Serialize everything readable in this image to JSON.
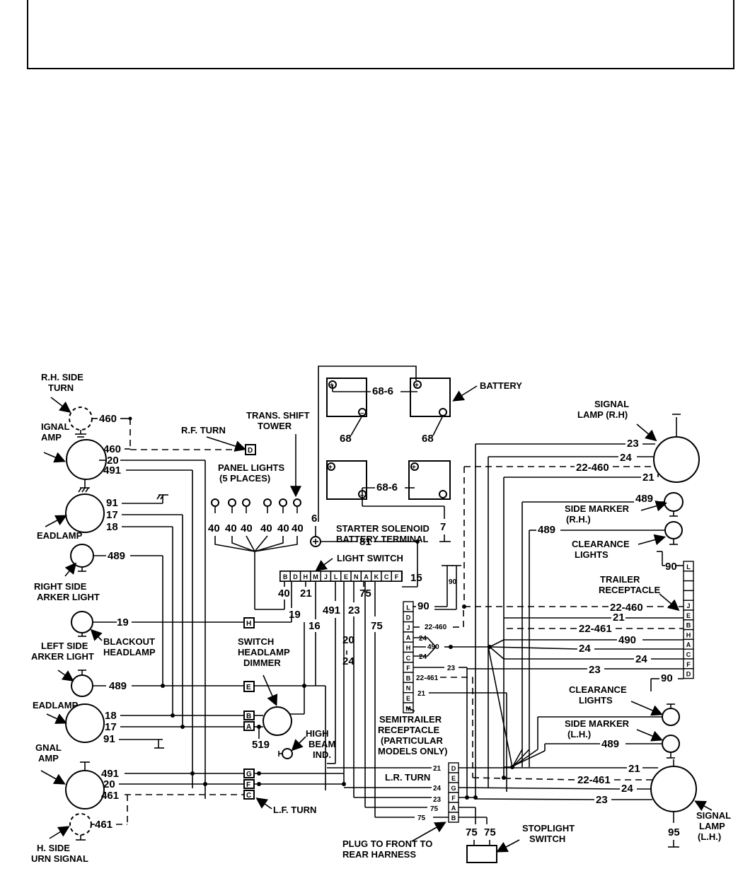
{
  "labels": {
    "rh_side_turn": [
      "R.H. SIDE",
      "TURN"
    ],
    "signal_lamp_left_top": [
      "IGNAL",
      "AMP"
    ],
    "r_f_turn": "R.F. TURN",
    "trans_shift_tower": [
      "TRANS. SHIFT",
      "TOWER"
    ],
    "battery": "BATTERY",
    "signal_lamp_rh": [
      "SIGNAL",
      "LAMP (R.H)"
    ],
    "panel_lights": [
      "PANEL LIGHTS",
      "(5 PLACES)"
    ],
    "headlamp_upper": "EADLAMP",
    "right_side_marker_light": [
      "RIGHT SIDE",
      "ARKER LIGHT"
    ],
    "starter_solenoid": [
      "STARTER SOLENOID",
      "BATTERY TERMINAL"
    ],
    "light_switch": "LIGHT SWITCH",
    "side_marker_rh": [
      "SIDE MARKER",
      "(R.H.)"
    ],
    "clearance_lights_upper": [
      "CLEARANCE",
      "LIGHTS"
    ],
    "trailer_receptacle": [
      "TRAILER",
      "RECEPTACLE"
    ],
    "blackout_headlamp": [
      "BLACKOUT",
      "HEADLAMP"
    ],
    "left_side_marker_light": [
      "LEFT SIDE",
      "ARKER LIGHT"
    ],
    "switch_headlamp_dimmer": [
      "SWITCH",
      "HEADLAMP",
      "DIMMER"
    ],
    "headlamp_lower": "EADLAMP",
    "signal_lamp_left_bottom": [
      "GNAL",
      "AMP"
    ],
    "high_beam_ind": [
      "HIGH",
      "BEAM",
      "IND."
    ],
    "semitrailer_receptacle": [
      "SEMITRAILER",
      "RECEPTACLE",
      "(PARTICULAR",
      "MODELS ONLY)"
    ],
    "clearance_lights_lower": [
      "CLEARANCE",
      "LIGHTS"
    ],
    "side_marker_lh": [
      "SIDE MARKER",
      "(L.H.)"
    ],
    "l_f_turn": "L.F. TURN",
    "l_r_turn": "L.R. TURN",
    "lh_side_turn_signal": [
      "H. SIDE",
      "URN SIGNAL"
    ],
    "plug_front_rear": [
      "PLUG TO FRONT TO",
      "REAR HARNESS"
    ],
    "stoplight_switch": [
      "STOPLIGHT",
      "SWITCH"
    ],
    "signal_lamp_lh": [
      "SIGNAL",
      "LAMP",
      "(L.H.)"
    ]
  },
  "wire_numbers": {
    "w460a": "460",
    "w460b": "460",
    "w20a": "20",
    "w491a": "491",
    "w91a": "91",
    "w17a": "17",
    "w18a": "18",
    "w489a": "489",
    "w19a": "19",
    "w489b": "489",
    "w18b": "18",
    "w17b": "17",
    "w91b": "91",
    "w519": "519",
    "w491b": "491",
    "w20b": "20",
    "w461a": "461",
    "w461b": "461",
    "w40_1": "40",
    "w40_2": "40",
    "w40_3": "40",
    "w40_4": "40",
    "w40_5": "40",
    "w40_6": "40",
    "w6": "6",
    "w7": "7",
    "w81": "81",
    "w15": "15",
    "w90s": "90",
    "w68_6a": "68-6",
    "w68_6b": "68-6",
    "w68a": "68",
    "w68b": "68",
    "w40s": "40",
    "w21s": "21",
    "w19s": "19",
    "w16": "16",
    "w491s": "491",
    "w23s": "23",
    "w75a": "75",
    "w75b": "75",
    "w20s": "20",
    "w24s": "24",
    "r23a": "23",
    "r24a": "24",
    "r22_460a": "22-460",
    "r21a": "21",
    "r489a": "489",
    "r489b": "489",
    "r90a": "90",
    "r22_460b": "22-460",
    "r21b": "21",
    "r22_461a": "22-461",
    "r490a": "490",
    "r24b": "24",
    "r24c": "24",
    "r23b": "23",
    "r90b": "90",
    "r489c": "489",
    "r21c": "21",
    "r22_461b": "22-461",
    "r24d": "24",
    "r23c": "23",
    "r95": "95",
    "sr90": "90",
    "sr22_460": "22-460",
    "sr24a": "24",
    "sr490": "490",
    "sr24b": "24",
    "sr23": "23",
    "sr22_461": "22-461",
    "sr21": "21",
    "p21": "21",
    "p24": "24",
    "p23": "23",
    "p75a": "75",
    "p75b": "75",
    "st75a": "75",
    "st75b": "75"
  },
  "connector_letters": {
    "rf_turn": "D",
    "blackout": "H",
    "lsm": "E",
    "dimmer_b": "B",
    "dimmer_a": "A",
    "lf_g": "G",
    "lf_f": "F",
    "lf_c": "C",
    "light_switch": [
      "B",
      "D",
      "H",
      "M",
      "J",
      "L",
      "E",
      "N",
      "A",
      "K",
      "C",
      "F"
    ],
    "semitrailer": [
      "L",
      "D",
      "J",
      "A",
      "H",
      "C",
      "F",
      "B",
      "N",
      "E",
      "M"
    ],
    "trailer": [
      "L",
      "",
      "",
      "",
      "J",
      "E",
      "B",
      "H",
      "A",
      "C",
      "F",
      "D"
    ],
    "plug": [
      "D",
      "E",
      "G",
      "F",
      "A",
      "B"
    ]
  }
}
